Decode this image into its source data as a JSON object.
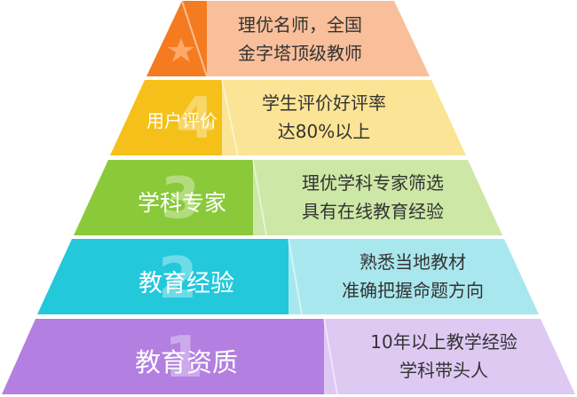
{
  "tiers": [
    {
      "level": "",
      "category": "",
      "desc_lines": [
        "理优名师，全国",
        "金字塔顶级教师"
      ],
      "left_color": "#F47B20",
      "right_color": "#F9BF9A",
      "icon": "star-icon"
    },
    {
      "level": "4",
      "category": "用户评价",
      "desc_lines": [
        "学生评价好评率",
        "达80%以上"
      ],
      "left_color": "#F5C019",
      "right_color": "#FBE495"
    },
    {
      "level": "3",
      "category": "学科专家",
      "desc_lines": [
        "理优学科专家筛选",
        "具有在线教育经验"
      ],
      "left_color": "#8AC93A",
      "right_color": "#CDE7A6"
    },
    {
      "level": "2",
      "category": "教育经验",
      "desc_lines": [
        "熟悉当地教材",
        "准确把握命题方向"
      ],
      "left_color": "#23C8DB",
      "right_color": "#A9E7EE"
    },
    {
      "level": "1",
      "category": "教育资质",
      "desc_lines": [
        "10年以上教学经验",
        "学科带头人"
      ],
      "left_color": "#B37FE0",
      "right_color": "#DEC9F3"
    }
  ]
}
